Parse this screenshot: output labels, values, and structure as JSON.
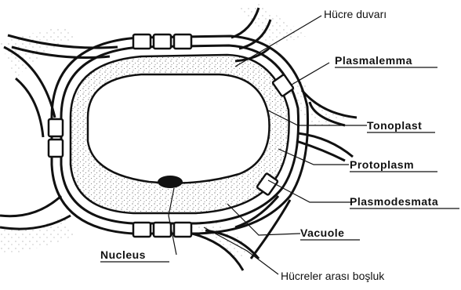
{
  "diagram": {
    "labels": {
      "cell_wall": "Hücre duvarı",
      "plasmalemma": "Plasmalemma",
      "tonoplast": "Tonoplast",
      "protoplasm": "Protoplasm",
      "plasmodesmata": "Plasmodesmata",
      "vacuole": "Vacuole",
      "nucleus": "Nucleus",
      "intercellular_space": "Hücreler arası boşluk"
    },
    "colors": {
      "ink": "#111111",
      "paper": "#ffffff",
      "stipple": "#555555"
    }
  }
}
